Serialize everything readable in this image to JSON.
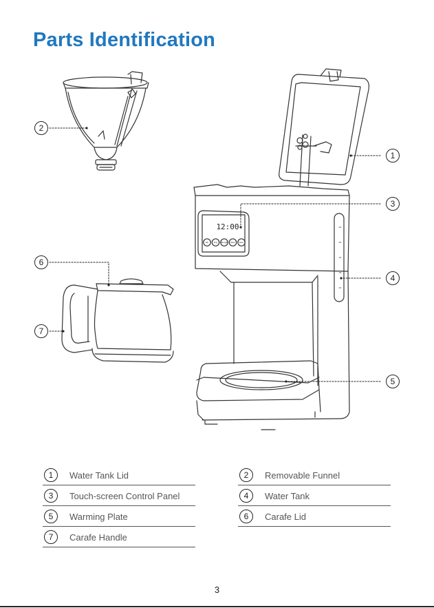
{
  "title": "Parts Identification",
  "display_time": "12:00",
  "buttons": [
    "Min",
    "Prog",
    "Strength",
    "Warm",
    "Brew"
  ],
  "callouts": [
    "1",
    "2",
    "3",
    "4",
    "5",
    "6",
    "7"
  ],
  "parts": [
    {
      "num": "1",
      "label": "Water Tank Lid"
    },
    {
      "num": "2",
      "label": "Removable Funnel"
    },
    {
      "num": "3",
      "label": "Touch-screen Control Panel"
    },
    {
      "num": "4",
      "label": "Water Tank"
    },
    {
      "num": "5",
      "label": "Warming Plate"
    },
    {
      "num": "6",
      "label": "Carafe Lid"
    },
    {
      "num": "7",
      "label": "Carafe Handle"
    }
  ],
  "page_number": "3"
}
